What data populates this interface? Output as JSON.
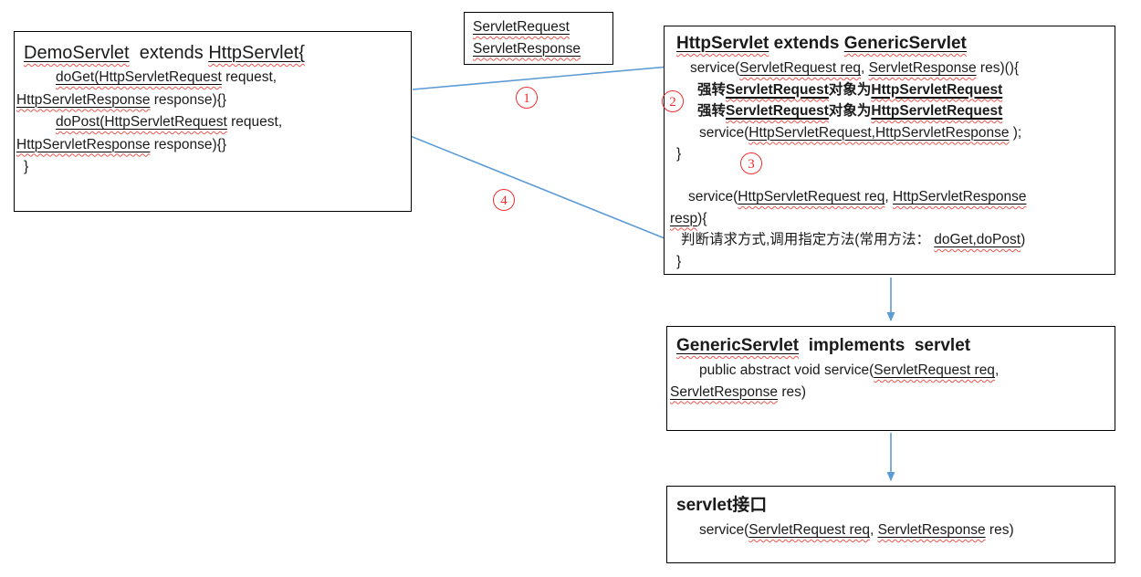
{
  "colors": {
    "arrow": "#5B9BD5",
    "badge": "#EF2F2F",
    "squiggle": "#F0564F",
    "text": "#1A1A1A",
    "box_border": "#000000"
  },
  "badges": [
    {
      "label": "1"
    },
    {
      "label": "2"
    },
    {
      "label": "3"
    },
    {
      "label": "4"
    }
  ],
  "boxes": {
    "demo": {
      "lines": [
        {
          "cls": "t1",
          "ml": 8,
          "segs": [
            {
              "t": "DemoServlet",
              "s": "u"
            },
            {
              "t": "  extends ",
              "s": "p"
            },
            {
              "t": "HttpServlet{",
              "s": "u"
            }
          ]
        },
        {
          "cls": "body",
          "ml": 43,
          "segs": [
            {
              "t": "doGet(HttpServletRequest",
              "s": "u"
            },
            {
              "t": " request,",
              "s": "p"
            }
          ]
        },
        {
          "cls": "body",
          "ml": 0,
          "segs": [
            {
              "t": "HttpServletResponse",
              "s": "u"
            },
            {
              "t": " response){}",
              "s": "p"
            }
          ]
        },
        {
          "cls": "body",
          "ml": 43,
          "segs": [
            {
              "t": "doPost(HttpServletRequest",
              "s": "u"
            },
            {
              "t": " request,",
              "s": "p"
            }
          ]
        },
        {
          "cls": "body",
          "ml": 0,
          "segs": [
            {
              "t": "HttpServletResponse",
              "s": "u"
            },
            {
              "t": " response){}",
              "s": "p"
            }
          ]
        },
        {
          "cls": "body",
          "ml": 8,
          "segs": [
            {
              "t": "}",
              "s": "p"
            }
          ]
        }
      ]
    },
    "params": {
      "lines": [
        {
          "cls": "body",
          "ml": 7,
          "segs": [
            {
              "t": "ServletRequest",
              "s": "u"
            }
          ]
        },
        {
          "cls": "body",
          "ml": 7,
          "segs": [
            {
              "t": "ServletResponse",
              "s": "u"
            }
          ]
        }
      ]
    },
    "http": {
      "lines": [
        {
          "cls": "t2",
          "ml": 11,
          "segs": [
            {
              "t": "HttpServlet",
              "s": "u"
            },
            {
              "t": " extends ",
              "s": "p"
            },
            {
              "t": "GenericServlet",
              "s": "u"
            }
          ]
        },
        {
          "cls": "body",
          "ml": 26,
          "segs": [
            {
              "t": "service(",
              "s": "p"
            },
            {
              "t": "ServletRequest req",
              "s": "u"
            },
            {
              "t": ", ",
              "s": "p"
            },
            {
              "t": "ServletResponse",
              "s": "u"
            },
            {
              "t": " res)(){",
              "s": "p"
            }
          ]
        },
        {
          "cls": "cjk",
          "ml": 34,
          "segs": [
            {
              "t": "强转",
              "s": "b"
            },
            {
              "t": "ServletRequest",
              "s": "bu"
            },
            {
              "t": "对象为",
              "s": "b"
            },
            {
              "t": "HttpServletRequest",
              "s": "bu"
            }
          ]
        },
        {
          "cls": "cjk",
          "ml": 34,
          "segs": [
            {
              "t": "强转",
              "s": "b"
            },
            {
              "t": "ServletRequest",
              "s": "bu"
            },
            {
              "t": "对象为",
              "s": "b"
            },
            {
              "t": "HttpServletRequest",
              "s": "bu"
            }
          ]
        },
        {
          "cls": "body",
          "ml": 36,
          "segs": [
            {
              "t": "service(",
              "s": "p"
            },
            {
              "t": "HttpServletRequest,HttpServletResponse",
              "s": "u"
            },
            {
              "t": " );",
              "s": "p"
            }
          ]
        },
        {
          "cls": "body",
          "ml": 11,
          "segs": [
            {
              "t": "}",
              "s": "p"
            }
          ]
        },
        {
          "cls": "blank",
          "ml": 0,
          "segs": []
        },
        {
          "cls": "body",
          "ml": 24,
          "segs": [
            {
              "t": "service(",
              "s": "p"
            },
            {
              "t": "HttpServletRequest req",
              "s": "u"
            },
            {
              "t": ", ",
              "s": "p"
            },
            {
              "t": "HttpServletResponse",
              "s": "u"
            }
          ]
        },
        {
          "cls": "body",
          "ml": 4,
          "segs": [
            {
              "t": "resp",
              "s": "u"
            },
            {
              "t": "){",
              "s": "p"
            }
          ]
        },
        {
          "cls": "body",
          "ml": 16,
          "segs": [
            {
              "t": "判断请求方式,调用指定方法(常用方法： ",
              "s": "p"
            },
            {
              "t": "doGet,doPost",
              "s": "u"
            },
            {
              "t": ")",
              "s": "p"
            }
          ]
        },
        {
          "cls": "body",
          "ml": 11,
          "segs": [
            {
              "t": "}",
              "s": "p"
            }
          ]
        }
      ]
    },
    "generic": {
      "lines": [
        {
          "cls": "t2",
          "ml": 8,
          "segs": [
            {
              "t": "GenericServlet",
              "s": "u"
            },
            {
              "t": "  implements  servlet",
              "s": "p"
            }
          ]
        },
        {
          "cls": "body",
          "ml": 33,
          "segs": [
            {
              "t": "public abstract void service(",
              "s": "p"
            },
            {
              "t": "ServletRequest req",
              "s": "u"
            },
            {
              "t": ",",
              "s": "p"
            }
          ]
        },
        {
          "cls": "body",
          "ml": 1,
          "segs": [
            {
              "t": "ServletResponse",
              "s": "u"
            },
            {
              "t": " res)",
              "s": "p"
            }
          ]
        }
      ]
    },
    "servlet": {
      "lines": [
        {
          "cls": "t2",
          "ml": 8,
          "segs": [
            {
              "t": "servlet接口",
              "s": "p"
            }
          ]
        },
        {
          "cls": "body",
          "ml": 33,
          "segs": [
            {
              "t": "service(",
              "s": "p"
            },
            {
              "t": "ServletRequest req",
              "s": "u"
            },
            {
              "t": ", ",
              "s": "p"
            },
            {
              "t": "ServletResponse",
              "s": "u"
            },
            {
              "t": " res)",
              "s": "p"
            }
          ]
        }
      ]
    }
  }
}
